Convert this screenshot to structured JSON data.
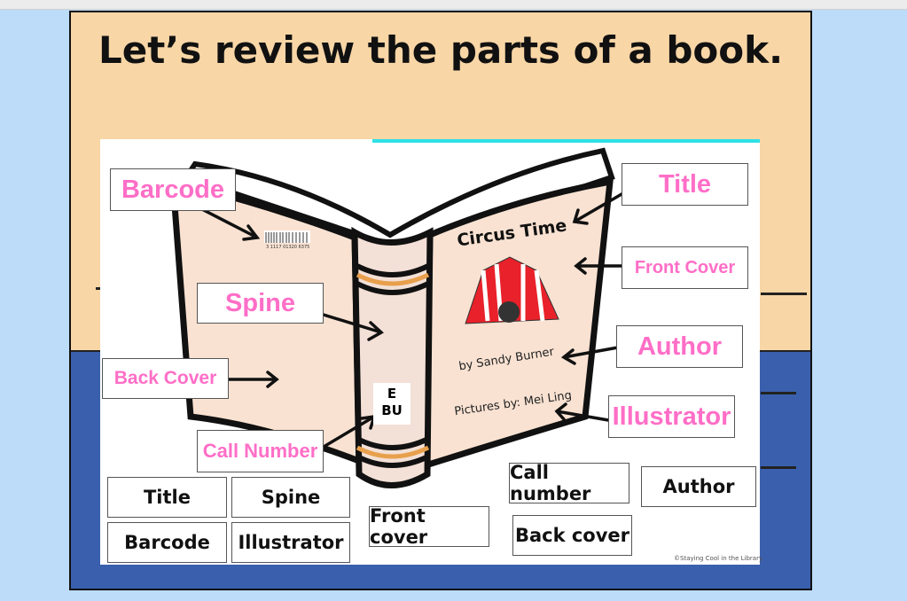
{
  "slide_title": "Let’s review the parts of a book.",
  "book": {
    "title": "Circus Time",
    "author": "by Sandy Burner",
    "illustrator": "Pictures by: Mei Ling",
    "barcode_number": "3 1117 01320 6375",
    "call_number_line1": "E",
    "call_number_line2": "BU"
  },
  "labels": {
    "barcode": "Barcode",
    "title": "Title",
    "front_cover": "Front Cover",
    "spine": "Spine",
    "author": "Author",
    "back_cover": "Back Cover",
    "illustrator": "Illustrator",
    "call_number": "Call Number"
  },
  "cards": [
    "Title",
    "Spine",
    "Barcode",
    "Illustrator",
    "Front cover",
    "Call number",
    "Back cover",
    "Author"
  ],
  "copyright": "©Staying Cool in the Library",
  "colors": {
    "label_pink": "#ff6ec7",
    "slide_top": "#f8d6a6",
    "slide_bottom": "#3a60ad",
    "page_bg": "#bcdcfa"
  }
}
